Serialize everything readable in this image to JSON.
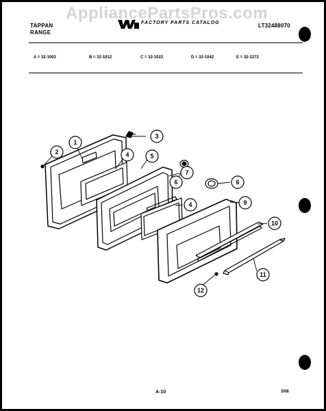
{
  "watermark": "AppliancePartsPros.com",
  "header": {
    "brand_line1": "TAPPAN",
    "brand_line2": "RANGE",
    "catalog_title": "FACTORY PARTS CATALOG",
    "doc_number": "LT32488070"
  },
  "model_codes": [
    "A = 32-1002",
    "B = 32-1012",
    "C = 32-1022",
    "D = 32-1042",
    "E = 32-1272"
  ],
  "callouts": [
    "1",
    "2",
    "3",
    "4",
    "5",
    "6",
    "7",
    "6",
    "4",
    "9",
    "10",
    "11",
    "12"
  ],
  "footer": {
    "page": "A-10",
    "date": "3/08"
  }
}
